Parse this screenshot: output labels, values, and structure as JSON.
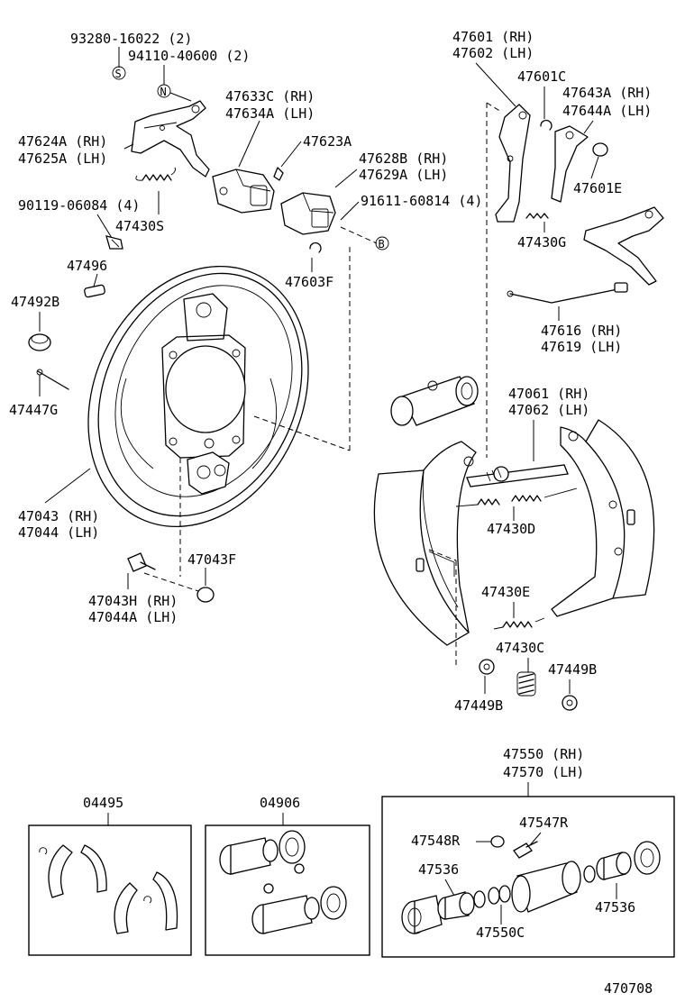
{
  "labels": {
    "l93280": "93280-16022 (2)",
    "l94110": "94110-40600 (2)",
    "sym_s": "S",
    "sym_n": "N",
    "l47633c": "47633C (RH)",
    "l47634a": "47634A (LH)",
    "l47624a": "47624A (RH)",
    "l47625a": "47625A (LH)",
    "l47623a": "47623A",
    "l47628b": "47628B (RH)",
    "l47629a": "47629A (LH)",
    "l90119": "90119-06084 (4)",
    "l47430s": "47430S",
    "l91611": "91611-60814 (4)",
    "sym_b": "B",
    "l47496": "47496",
    "l47603f": "47603F",
    "l47492b": "47492B",
    "l47447g": "47447G",
    "l47043": "47043 (RH)",
    "l47044": "47044 (LH)",
    "l47043f": "47043F",
    "l47043h": "47043H (RH)",
    "l47044a": "47044A (LH)",
    "l47601": "47601 (RH)",
    "l47602": "47602 (LH)",
    "l47601c": "47601C",
    "l47643a": "47643A (RH)",
    "l47644a": "47644A (LH)",
    "l47601e": "47601E",
    "l47430g": "47430G",
    "l47616": "47616 (RH)",
    "l47619": "47619 (LH)",
    "l47061": "47061 (RH)",
    "l47062": "47062 (LH)",
    "l47430d": "47430D",
    "l47430e": "47430E",
    "l47430c": "47430C",
    "l47449b_r": "47449B",
    "l47449b_l": "47449B",
    "l04495": "04495",
    "l04906": "04906",
    "l47550": "47550 (RH)",
    "l47570": "47570 (LH)",
    "l47548r": "47548R",
    "l47547r": "47547R",
    "l47536_l": "47536",
    "l47536_r": "47536",
    "l47550c": "47550C",
    "fig_no": "470708"
  }
}
